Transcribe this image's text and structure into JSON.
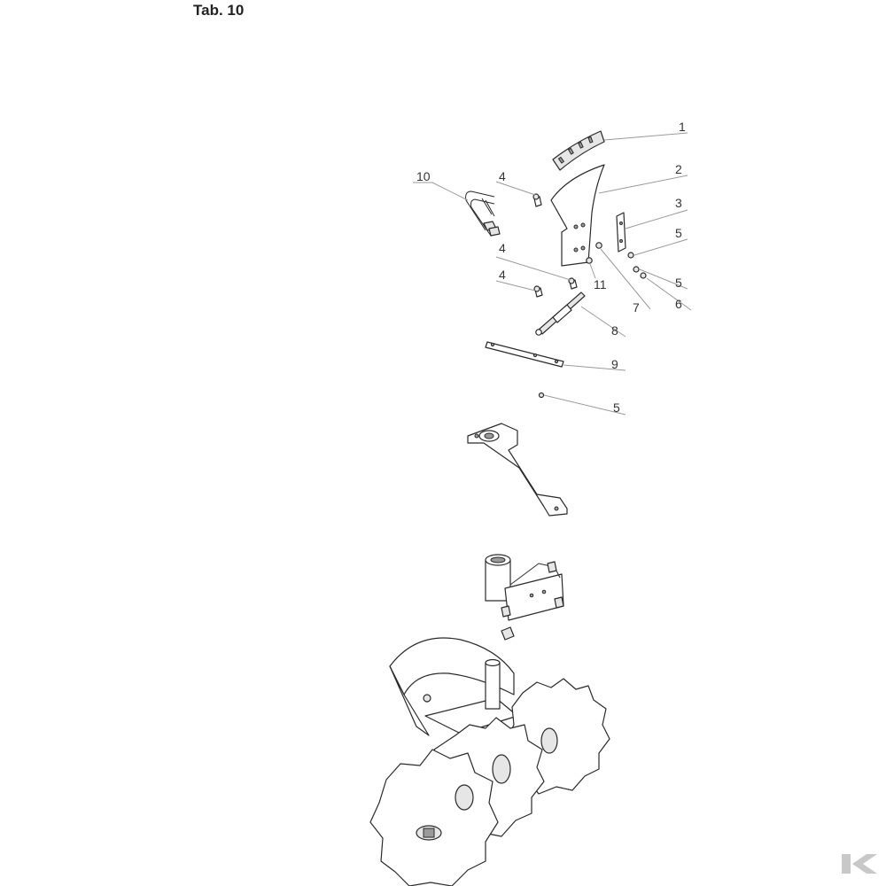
{
  "page": {
    "title": "Tab. 10"
  },
  "callouts": [
    {
      "id": "c1",
      "number": "1"
    },
    {
      "id": "c2",
      "number": "2"
    },
    {
      "id": "c3",
      "number": "3"
    },
    {
      "id": "c4a",
      "number": "4"
    },
    {
      "id": "c5a",
      "number": "5"
    },
    {
      "id": "c4b",
      "number": "4"
    },
    {
      "id": "c5b",
      "number": "5"
    },
    {
      "id": "c4c",
      "number": "4"
    },
    {
      "id": "c11",
      "number": "11"
    },
    {
      "id": "c7",
      "number": "7"
    },
    {
      "id": "c6",
      "number": "6"
    },
    {
      "id": "c8",
      "number": "8"
    },
    {
      "id": "c9",
      "number": "9"
    },
    {
      "id": "c5c",
      "number": "5"
    },
    {
      "id": "c10",
      "number": "10"
    }
  ],
  "icons": {
    "logo": "k-logo-icon"
  },
  "colors": {
    "line": "#2a2a2a",
    "leader": "#9a9a9a",
    "logo": "#c8c8c8"
  }
}
